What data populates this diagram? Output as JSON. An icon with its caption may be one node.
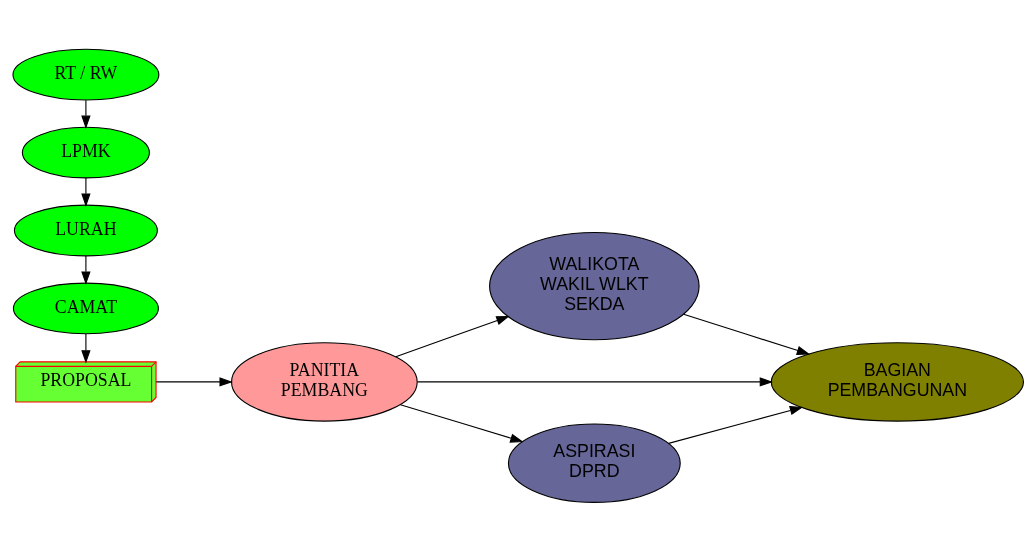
{
  "diagram": {
    "nodes": [
      {
        "text": [
          "RT / RW"
        ]
      },
      {
        "text": [
          "LPMK"
        ]
      },
      {
        "text": [
          "LURAH"
        ]
      },
      {
        "text": [
          "CAMAT"
        ]
      },
      {
        "text": [
          "PROPOSAL"
        ]
      },
      {
        "text": [
          "WALIKOTA WAKIL WLKT SEKDA"
        ]
      },
      {
        "text": [
          "BAGIAN PEMBANGUNAN"
        ]
      },
      {
        "text": [
          "PANITIA PEMBANG"
        ]
      },
      {
        "text": [
          "ASPIRASI DPRD"
        ]
      }
    ],
    "edges": [
      {
        "from": 0,
        "to": 1,
        "arrow": "to"
      },
      {
        "from": 1,
        "to": 2,
        "arrow": "to"
      },
      {
        "from": 2,
        "to": 3,
        "arrow": "to"
      },
      {
        "from": 3,
        "to": 4,
        "arrow": "to"
      },
      {
        "from": 4,
        "to": 7,
        "arrow": "to"
      },
      {
        "from": 7,
        "to": 5,
        "arrow": "to"
      },
      {
        "from": 7,
        "to": 6,
        "arrow": "to"
      },
      {
        "from": 7,
        "to": 8,
        "arrow": "to"
      },
      {
        "from": 5,
        "to": 6,
        "arrow": "to"
      },
      {
        "from": 8,
        "to": 6,
        "arrow": "to"
      }
    ]
  }
}
